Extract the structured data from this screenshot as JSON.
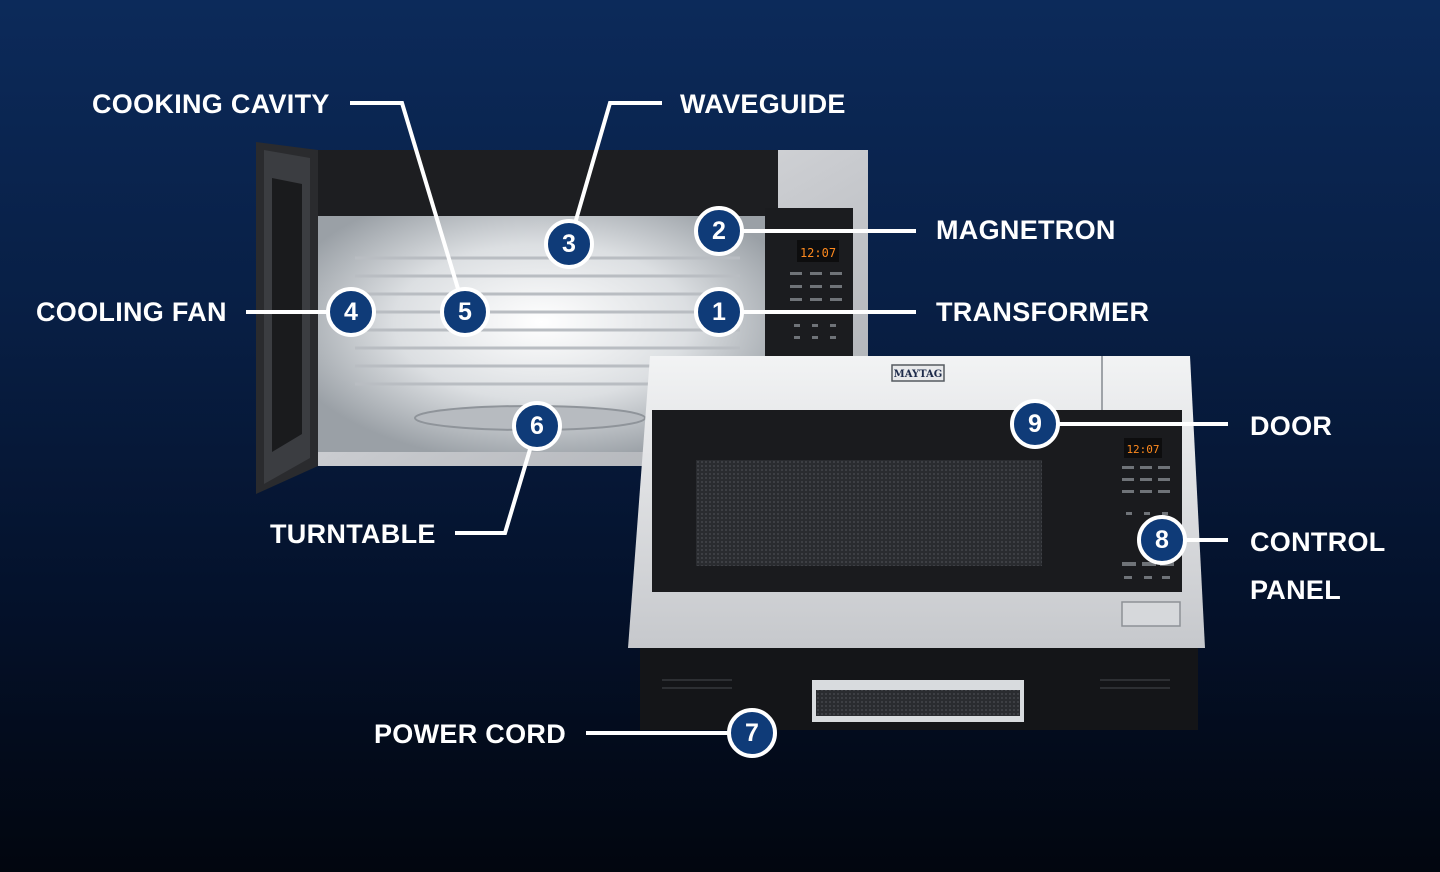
{
  "callouts": [
    {
      "number": "1",
      "label": "TRANSFORMER"
    },
    {
      "number": "2",
      "label": "MAGNETRON"
    },
    {
      "number": "3",
      "label": "WAVEGUIDE"
    },
    {
      "number": "4",
      "label": "COOLING FAN"
    },
    {
      "number": "5",
      "label": "COOKING CAVITY"
    },
    {
      "number": "6",
      "label": "TURNTABLE"
    },
    {
      "number": "7",
      "label": "POWER CORD"
    },
    {
      "number": "8",
      "label": "CONTROL",
      "label2": "PANEL"
    },
    {
      "number": "9",
      "label": "DOOR"
    }
  ],
  "appliance": {
    "brand": "MAYTAG",
    "clock_open": "12:07",
    "clock_closed": "12:07"
  },
  "colors": {
    "badge_fill": "#0f3b78",
    "leader_line": "#ffffff",
    "clock_digits": "#ff8a1e"
  }
}
